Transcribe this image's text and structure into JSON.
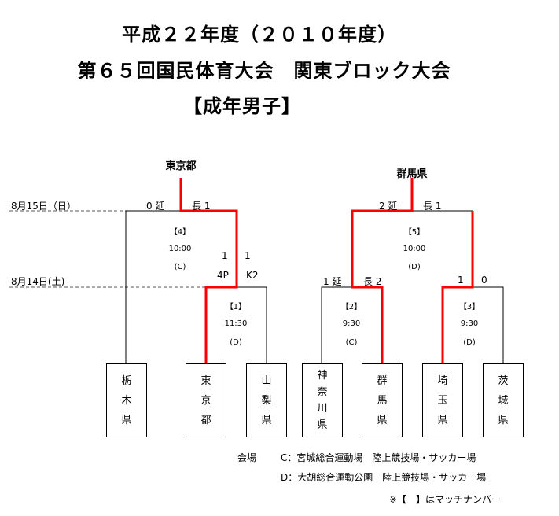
{
  "title": {
    "line1": "平成２２年度（２０１０年度）",
    "line2": "第６５回国民体育大会　関東ブロック大会",
    "line3": "【成年男子】"
  },
  "dates": {
    "day2": "8月15日（日）",
    "day1": "8月14日(土)"
  },
  "winners": {
    "left": "東京都",
    "right": "群馬県"
  },
  "matches": [
    {
      "no": "【1】",
      "time": "11:30",
      "venue": "(D)"
    },
    {
      "no": "【2】",
      "time": "9:30",
      "venue": "(C)"
    },
    {
      "no": "【3】",
      "time": "9:30",
      "venue": "(D)"
    },
    {
      "no": "【4】",
      "time": "10:00",
      "venue": "(C)"
    },
    {
      "no": "【5】",
      "time": "10:00",
      "venue": "(D)"
    }
  ],
  "scores": {
    "m4_left": "0 延",
    "m4_right": "長 1",
    "m1_left": "1",
    "m1_right": "1",
    "m1_left_pk": "4P",
    "m1_right_pk": "K2",
    "m5_left": "2 延",
    "m5_right": "長 1",
    "m2_left": "1 延",
    "m2_right": "長 2",
    "m3_left": "1",
    "m3_right": "0"
  },
  "teams": [
    [
      "栃",
      "木",
      "県"
    ],
    [
      "東",
      "京",
      "都"
    ],
    [
      "山",
      "梨",
      "県"
    ],
    [
      "神",
      "奈",
      "川",
      "県"
    ],
    [
      "群",
      "馬",
      "県"
    ],
    [
      "埼",
      "玉",
      "県"
    ],
    [
      "茨",
      "城",
      "県"
    ]
  ],
  "footer": {
    "venue_label": "会場",
    "venue_c": "C：宮城総合運動場　陸上競技場・サッカー場",
    "venue_d": "D：大胡総合運動公園　陸上競技場・サッカー場",
    "note": "※【　】はマッチナンバー"
  },
  "colors": {
    "winner_line": "#ff0000",
    "line": "#000000"
  }
}
